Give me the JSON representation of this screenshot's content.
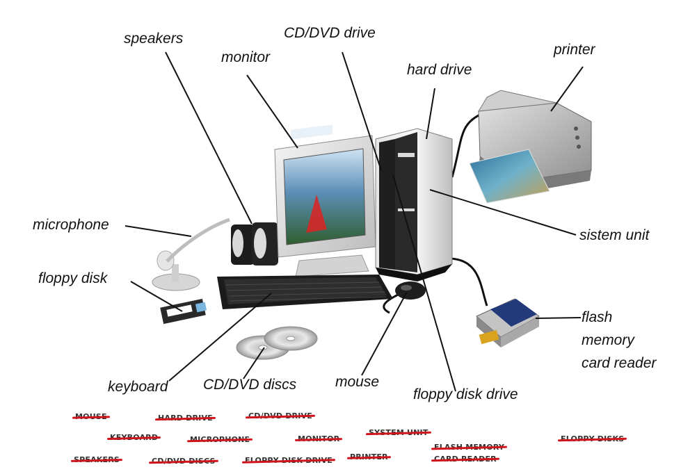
{
  "labels": {
    "speakers": "speakers",
    "monitor": "monitor",
    "cd_dvd_drive": "CD/DVD drive",
    "hard_drive": "hard drive",
    "printer": "printer",
    "microphone": "microphone",
    "sistem_unit": "sistem unit",
    "floppy_disk": "floppy disk",
    "flash_line1": "flash",
    "flash_line2": "memory",
    "flash_line3": "card reader",
    "keyboard": "keyboard",
    "cd_dvd_discs": "CD/DVD discs",
    "mouse": "mouse",
    "floppy_disk_drive": "floppy disk drive"
  },
  "word_bank": {
    "mouse": "MOUSE",
    "hard_drive": "HARD DRIVE",
    "cd_dvd_drive": "CD/DVD DRIVE",
    "keyboard": "KEYBOARD",
    "microphone": "MICROPHONE",
    "monitor": "MONITOR",
    "system_unit": "SYSTEM UNIT",
    "flash_line1": "FLASH MEMORY",
    "flash_line2": "CARD READER",
    "floppy_disks": "FLOPPY DISKS",
    "speakers": "SPEAKERS",
    "cd_dvd_discs": "CD/DVD DISCS",
    "floppy_disk_drive": "FLOPPY DISK DRIVE",
    "printer": "PRINTER"
  },
  "colors": {
    "strike": "#d0141b",
    "text": "#111111"
  }
}
